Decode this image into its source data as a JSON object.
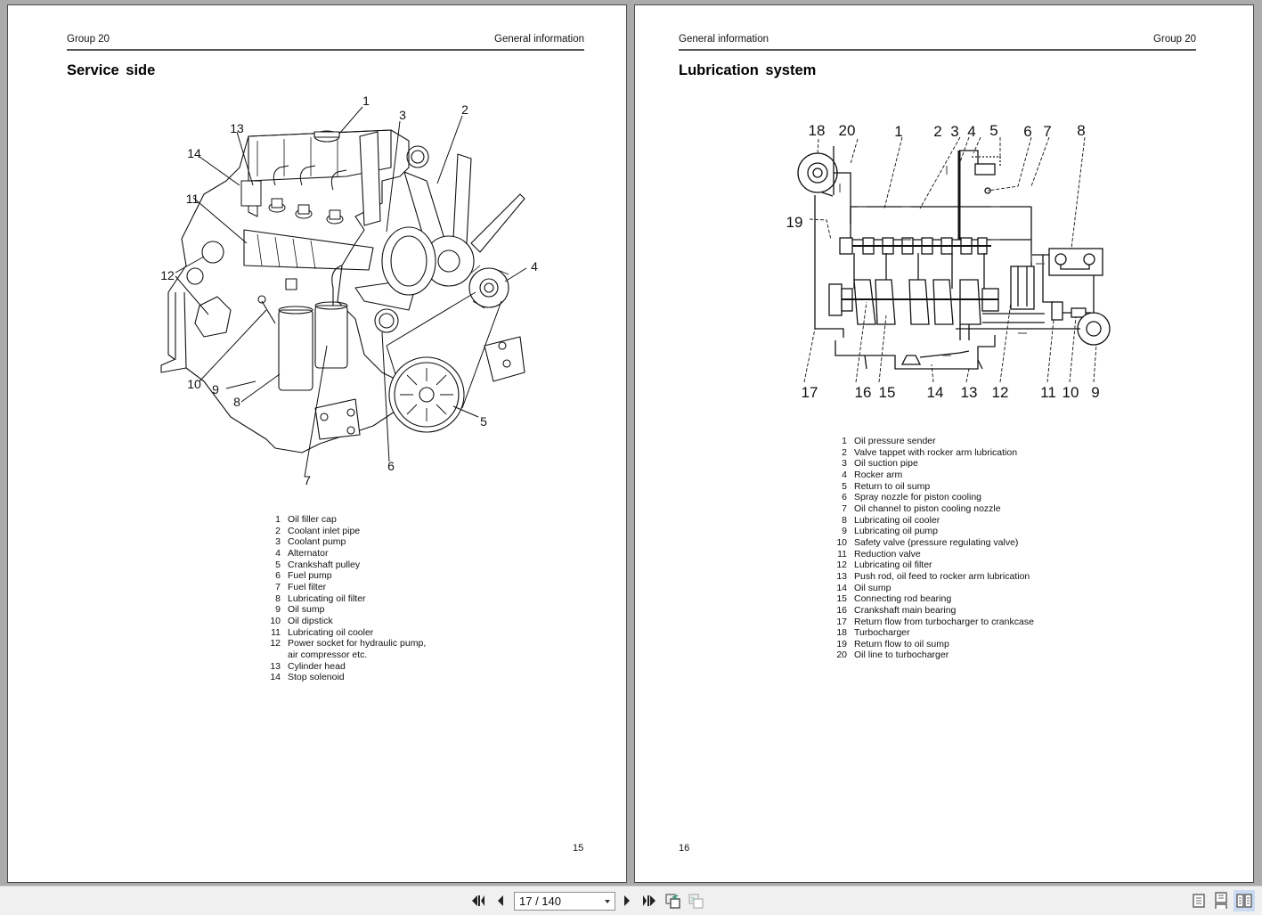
{
  "viewer": {
    "page_indicator": "17 / 140"
  },
  "left_page": {
    "header_left": "Group 20",
    "header_right": "General information",
    "title": "Service side",
    "figure_labels": [
      "1",
      "2",
      "3",
      "4",
      "5",
      "6",
      "7",
      "8",
      "9",
      "10",
      "11",
      "12",
      "13",
      "14"
    ],
    "legend": [
      {
        "num": "1",
        "text": "Oil filler cap"
      },
      {
        "num": "2",
        "text": "Coolant inlet pipe"
      },
      {
        "num": "3",
        "text": "Coolant pump"
      },
      {
        "num": "4",
        "text": "Alternator"
      },
      {
        "num": "5",
        "text": "Crankshaft pulley"
      },
      {
        "num": "6",
        "text": "Fuel pump"
      },
      {
        "num": "7",
        "text": "Fuel filter"
      },
      {
        "num": "8",
        "text": "Lubricating oil filter"
      },
      {
        "num": "9",
        "text": "Oil sump"
      },
      {
        "num": "10",
        "text": "Oil dipstick"
      },
      {
        "num": "11",
        "text": "Lubricating oil cooler"
      },
      {
        "num": "12",
        "text": "Power socket for hydraulic pump,"
      },
      {
        "num": "",
        "text": "air compressor etc."
      },
      {
        "num": "13",
        "text": "Cylinder head"
      },
      {
        "num": "14",
        "text": "Stop solenoid"
      }
    ],
    "page_number": "15"
  },
  "right_page": {
    "header_left": "General information",
    "header_right": "Group 20",
    "title": "Lubrication system",
    "figure_labels_top": [
      "18",
      "20",
      "1",
      "2",
      "3",
      "4",
      "5",
      "6",
      "7",
      "8"
    ],
    "figure_labels_left": [
      "19"
    ],
    "figure_labels_bottom": [
      "17",
      "16",
      "15",
      "14",
      "13",
      "12",
      "11",
      "10",
      "9"
    ],
    "legend": [
      {
        "num": "1",
        "text": "Oil pressure sender"
      },
      {
        "num": "2",
        "text": "Valve tappet with rocker arm lubrication"
      },
      {
        "num": "3",
        "text": "Oil suction pipe"
      },
      {
        "num": "4",
        "text": "Rocker arm"
      },
      {
        "num": "5",
        "text": "Return to oil sump"
      },
      {
        "num": "6",
        "text": "Spray nozzle for piston cooling"
      },
      {
        "num": "7",
        "text": "Oil channel to piston cooling nozzle"
      },
      {
        "num": "8",
        "text": "Lubricating oil cooler"
      },
      {
        "num": "9",
        "text": "Lubricating oil pump"
      },
      {
        "num": "10",
        "text": "Safety valve (pressure regulating valve)"
      },
      {
        "num": "11",
        "text": "Reduction valve"
      },
      {
        "num": "12",
        "text": "Lubricating oil filter"
      },
      {
        "num": "13",
        "text": "Push rod, oil feed to rocker arm lubrication"
      },
      {
        "num": "14",
        "text": "Oil sump"
      },
      {
        "num": "15",
        "text": "Connecting rod bearing"
      },
      {
        "num": "16",
        "text": "Crankshaft main bearing"
      },
      {
        "num": "17",
        "text": "Return flow from turbocharger to crankcase"
      },
      {
        "num": "18",
        "text": "Turbocharger"
      },
      {
        "num": "19",
        "text": "Return flow to oil sump"
      },
      {
        "num": "20",
        "text": "Oil line to turbocharger"
      }
    ],
    "page_number": "16"
  },
  "icons": {
    "first_page": "first-page-icon",
    "prev_page": "prev-page-icon",
    "next_page": "next-page-icon",
    "last_page": "last-page-icon",
    "prev_view": "previous-view-icon",
    "next_view": "next-view-icon",
    "single_page": "single-page-view-icon",
    "continuous": "continuous-view-icon",
    "two_page": "two-page-view-icon"
  },
  "colors": {
    "viewer_bg": "#ababab",
    "toolbar_bg": "#f0f0f0",
    "active_view": "#c9daf2"
  }
}
